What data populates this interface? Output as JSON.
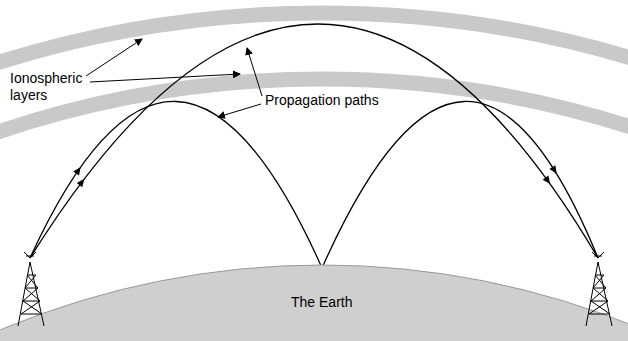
{
  "diagram": {
    "nodes": [
      {
        "text": [
          "The Earth"
        ]
      }
    ],
    "labels": [
      "Ionospheric layers",
      "Propagation paths"
    ]
  }
}
